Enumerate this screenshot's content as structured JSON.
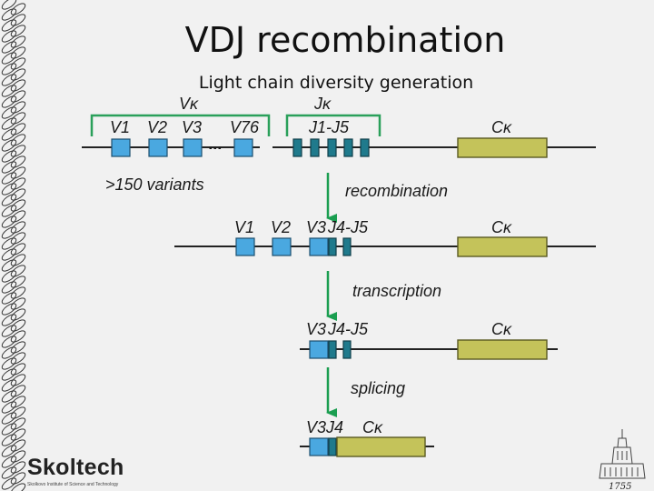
{
  "slide": {
    "title": "VDJ recombination",
    "subtitle": "Light chain diversity generation"
  },
  "diagram": {
    "v_kappa": "Vκ",
    "j_kappa": "Jκ",
    "c_kappa": "Cκ",
    "gene_v1": "V1",
    "gene_v2": "V2",
    "gene_v3": "V3",
    "gene_v76": "V76",
    "gene_j1_j5": "J1-J5",
    "gene_j4_j5": "J4-J5",
    "gene_v3j4": "V3J4",
    "ellipsis": "...",
    "variants": ">150 variants",
    "step_recombination": "recombination",
    "step_transcription": "transcription",
    "step_splicing": "splicing",
    "colors": {
      "v_segment": "#4aa8e0",
      "j_segment": "#1f7a8c",
      "c_segment": "#c4c35a",
      "arrow": "#1a9e50",
      "bracket": "#2aa05a"
    }
  },
  "branding": {
    "logo": "Skoltech",
    "tagline": "Skolkovo Institute of Science and Technology",
    "year": "1755"
  }
}
